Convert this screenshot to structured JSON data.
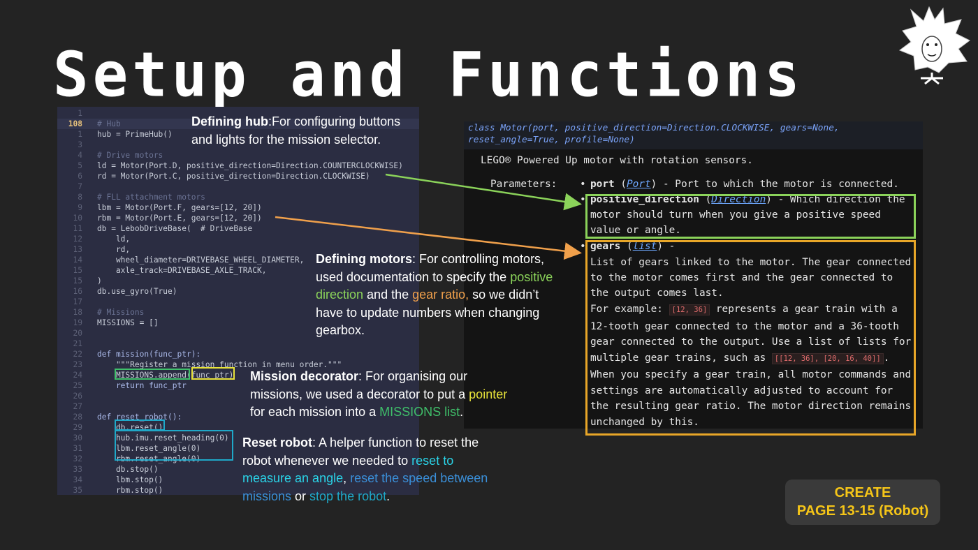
{
  "title": "Setup and Functions",
  "editor": {
    "lines": [
      {
        "n": "1",
        "code": ""
      },
      {
        "n": "108",
        "code": "# Hub",
        "current": true
      },
      {
        "n": "1",
        "code": "hub = PrimeHub()"
      },
      {
        "n": "3",
        "code": ""
      },
      {
        "n": "4",
        "code": "# Drive motors"
      },
      {
        "n": "5",
        "code": "ld = Motor(Port.D, positive_direction=Direction.COUNTERCLOCKWISE)"
      },
      {
        "n": "6",
        "code": "rd = Motor(Port.C, positive_direction=Direction.CLOCKWISE)"
      },
      {
        "n": "7",
        "code": ""
      },
      {
        "n": "8",
        "code": "# FLL attachment motors"
      },
      {
        "n": "9",
        "code": "lbm = Motor(Port.F, gears=[12, 20])"
      },
      {
        "n": "10",
        "code": "rbm = Motor(Port.E, gears=[12, 20])"
      },
      {
        "n": "11",
        "code": "db = LebobDriveBase(  # DriveBase"
      },
      {
        "n": "12",
        "code": "    ld,"
      },
      {
        "n": "13",
        "code": "    rd,"
      },
      {
        "n": "14",
        "code": "    wheel_diameter=DRIVEBASE_WHEEL_DIAMETER,"
      },
      {
        "n": "15",
        "code": "    axle_track=DRIVEBASE_AXLE_TRACK,"
      },
      {
        "n": "15",
        "code": ")"
      },
      {
        "n": "16",
        "code": "db.use_gyro(True)"
      },
      {
        "n": "17",
        "code": ""
      },
      {
        "n": "18",
        "code": "# Missions"
      },
      {
        "n": "19",
        "code": "MISSIONS = []"
      },
      {
        "n": "20",
        "code": ""
      },
      {
        "n": "21",
        "code": ""
      },
      {
        "n": "22",
        "code": "def mission(func_ptr):"
      },
      {
        "n": "23",
        "code": "    \"\"\"Register a mission function in menu order.\"\"\""
      },
      {
        "n": "24",
        "code": "    MISSIONS.append(func_ptr)"
      },
      {
        "n": "25",
        "code": "    return func_ptr"
      },
      {
        "n": "26",
        "code": ""
      },
      {
        "n": "27",
        "code": ""
      },
      {
        "n": "28",
        "code": "def reset_robot():"
      },
      {
        "n": "29",
        "code": "    db.reset()"
      },
      {
        "n": "30",
        "code": "    hub.imu.reset_heading(0)"
      },
      {
        "n": "31",
        "code": "    lbm.reset_angle(0)"
      },
      {
        "n": "32",
        "code": "    rbm.reset_angle(0)"
      },
      {
        "n": "33",
        "code": "    db.stop()"
      },
      {
        "n": "34",
        "code": "    lbm.stop()"
      },
      {
        "n": "35",
        "code": "    rbm.stop()"
      }
    ]
  },
  "docs": {
    "sig_line1": "class Motor(port, positive_direction=Direction.CLOCKWISE, gears=None,",
    "sig_line2": "reset_angle=True, profile=None)",
    "description": "LEGO® Powered Up motor with rotation sensors.",
    "params_label": "Parameters:",
    "bullet": "•",
    "port": {
      "name": "port",
      "type": "Port",
      "desc": "- Port to which the motor is connected."
    },
    "positive_direction": {
      "name": "positive_direction",
      "type": "Direction",
      "desc1": "- Which direction the",
      "desc2": "motor should turn when you give a positive speed",
      "desc3": "value or angle."
    },
    "gears": {
      "name": "gears",
      "type": "list",
      "dash": "-",
      "l1": "List of gears linked to the motor. The gear connected",
      "l2": "to the motor comes first and the gear connected to",
      "l3": "the output comes last.",
      "l4a": "For example: ",
      "chip1": "[12, 36]",
      "l4b": " represents a gear train with a",
      "l5": "12-tooth gear connected to the motor and a 36-tooth",
      "l6": "gear connected to the output. Use a list of lists for",
      "l7a": "multiple gear trains, such as ",
      "chip2": "[[12, 36], [20, 16, 40]]",
      "l7b": ".",
      "l8": "When you specify a gear train, all motor commands and",
      "l9": "settings are automatically adjusted to account for",
      "l10": "the resulting gear ratio. The motor direction remains",
      "l11": "unchanged by this."
    }
  },
  "annotations": {
    "hub": {
      "bold": "Defining hub",
      "text": ":For configuring buttons and lights for the mission selector."
    },
    "motors": {
      "bold": "Defining motors",
      "t1": ": For controlling motors, used documentation to specify the ",
      "green": "positive direction",
      "t2": " and the ",
      "orange": "gear ratio,",
      "t3": " so we didn’t have to update numbers when changing gearbox."
    },
    "decorator": {
      "bold": "Mission decorator",
      "t1": ": For organising our missions, we used a decorator to put a ",
      "yellow": "pointer",
      "t2": " for each mission into a ",
      "green": "MISSIONS list",
      "t3": "."
    },
    "reset": {
      "bold": "Reset robot",
      "t1": ": A helper function to reset the robot whenever we needed to ",
      "cyan": "reset to measure an angle",
      "t2": ", ",
      "blue": "reset the speed between missions",
      "t3": " or ",
      "teal": "stop the robot",
      "t4": "."
    }
  },
  "create": {
    "line1": "CREATE",
    "line2": "PAGE 13-15 (Robot)"
  },
  "colors": {
    "green": "#8bd35a",
    "orange": "#f0a04b",
    "yellow": "#e8e33a",
    "cyan": "#2ad4e8",
    "blue": "#3a8fd8",
    "teal": "#1fa8c8",
    "gold": "#e8a628",
    "accent_yellow": "#f5c518"
  }
}
